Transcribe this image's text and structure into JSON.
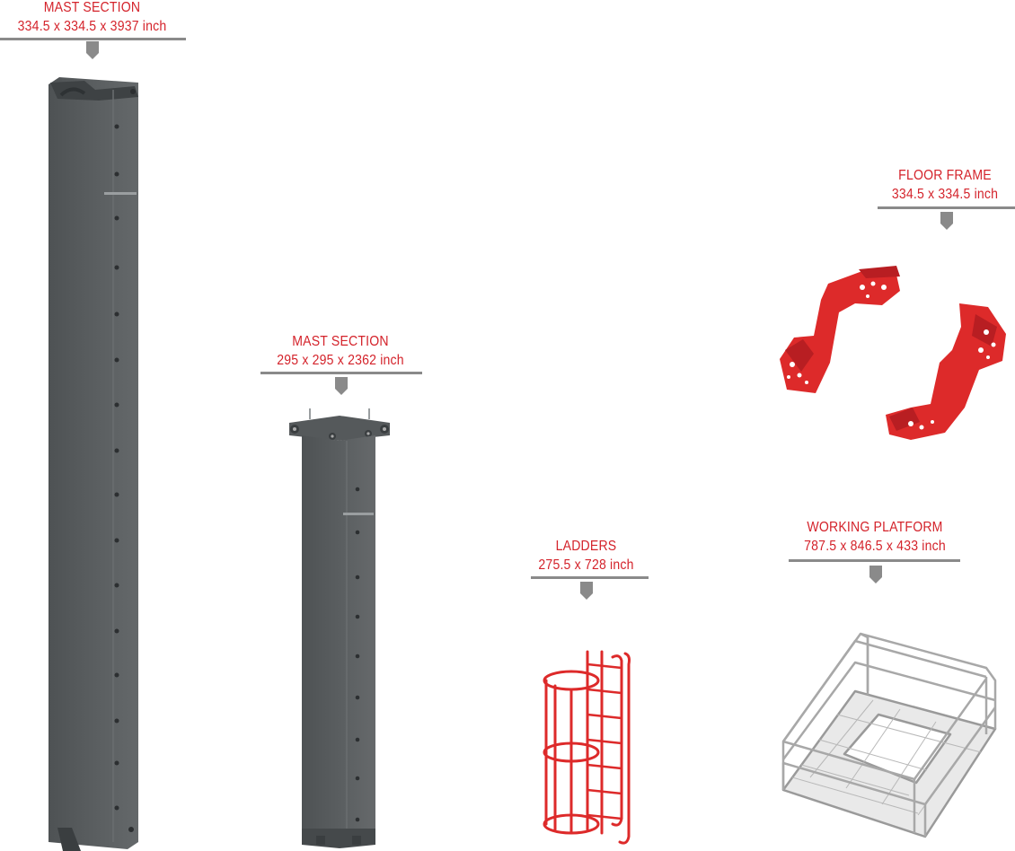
{
  "colors": {
    "text": "#d4232b",
    "accent_red": "#dd2a2a",
    "rule_gray": "#8a8a8a",
    "mast_gray": "#5a5e60",
    "mast_dark": "#45494b",
    "platform_gray": "#a8a8a8"
  },
  "items": [
    {
      "id": "mast-section-large",
      "title": "MAST SECTION",
      "dimensions": "334.5 x 334.5 x 3937 inch",
      "icon": "mast-section-icon"
    },
    {
      "id": "mast-section-small",
      "title": "MAST SECTION",
      "dimensions": "295 x 295 x 2362 inch",
      "icon": "mast-section-icon"
    },
    {
      "id": "ladders",
      "title": "LADDERS",
      "dimensions": "275.5 x 728 inch",
      "icon": "ladder-cage-icon"
    },
    {
      "id": "floor-frame",
      "title": "FLOOR FRAME",
      "dimensions": "334.5 x 334.5 inch",
      "icon": "floor-frame-icon"
    },
    {
      "id": "working-platform",
      "title": "WORKING PLATFORM",
      "dimensions": "787.5 x 846.5 x 433 inch",
      "icon": "working-platform-icon"
    }
  ]
}
